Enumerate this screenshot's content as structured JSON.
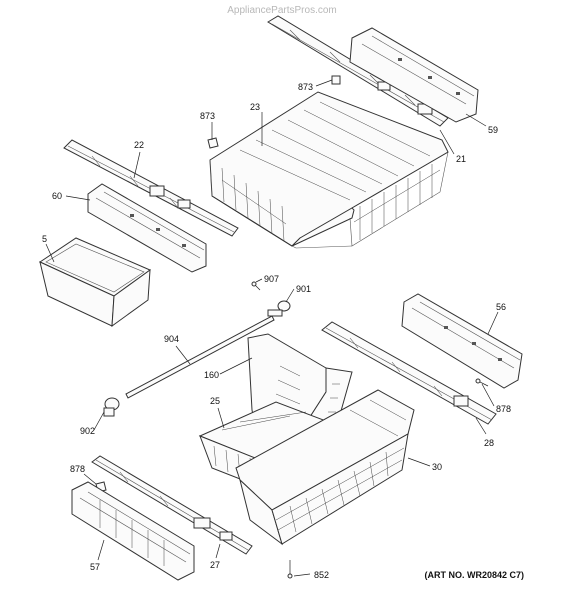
{
  "watermark": "AppliancePartsPros.com",
  "art_number": "(ART NO. WR20842 C7)",
  "parts": [
    {
      "key": "slide_rail_right_upper",
      "label": "21"
    },
    {
      "key": "upper_basket",
      "label": "23"
    },
    {
      "key": "slide_rail_left_upper",
      "label": "22"
    },
    {
      "key": "rail_cover_right",
      "label": "59"
    },
    {
      "key": "rail_cover_left",
      "label": "60"
    },
    {
      "key": "clip_upper_right",
      "label": "873"
    },
    {
      "key": "clip_upper_left",
      "label": "873"
    },
    {
      "key": "ice_bin",
      "label": "5"
    },
    {
      "key": "screw",
      "label": "907"
    },
    {
      "key": "roller",
      "label": "901"
    },
    {
      "key": "axle_rod",
      "label": "904"
    },
    {
      "key": "roller_end",
      "label": "902"
    },
    {
      "key": "divider",
      "label": "160"
    },
    {
      "key": "small_basket",
      "label": "25"
    },
    {
      "key": "lower_basket",
      "label": "30"
    },
    {
      "key": "rail_cover_right_lower",
      "label": "56"
    },
    {
      "key": "slide_rail_right_lower",
      "label": "28"
    },
    {
      "key": "clip_lower_right",
      "label": "878"
    },
    {
      "key": "clip_lower_left",
      "label": "878"
    },
    {
      "key": "rail_cover_left_lower",
      "label": "57"
    },
    {
      "key": "slide_rail_left_lower",
      "label": "27"
    },
    {
      "key": "fastener",
      "label": "852"
    }
  ]
}
